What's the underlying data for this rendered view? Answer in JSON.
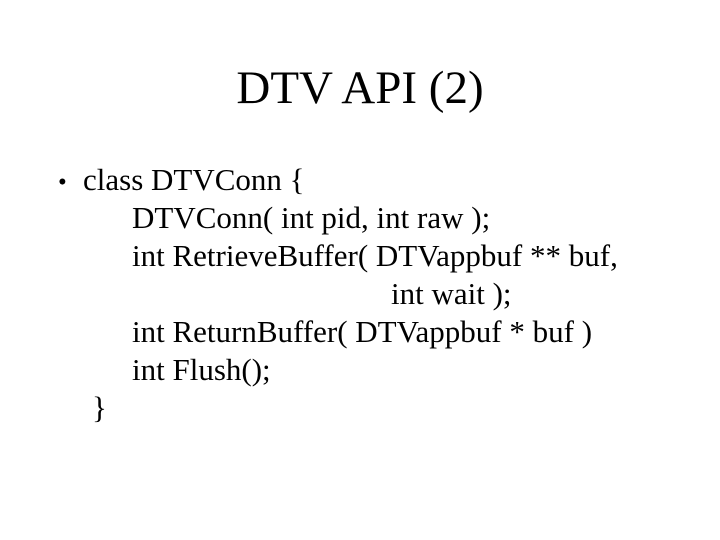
{
  "slide": {
    "title": "DTV API (2)",
    "bullet_char": "•",
    "colors": {
      "background": "#ffffff",
      "text": "#000000"
    },
    "body": {
      "lines": [
        {
          "text": "class DTVConn {"
        },
        {
          "text": "DTVConn( int pid, int raw );"
        },
        {
          "text": "int RetrieveBuffer( DTVappbuf ** buf,"
        },
        {
          "text": "int wait );"
        },
        {
          "text": "int ReturnBuffer( DTVappbuf * buf )"
        },
        {
          "text": "int Flush();"
        },
        {
          "text": "}"
        }
      ]
    }
  }
}
